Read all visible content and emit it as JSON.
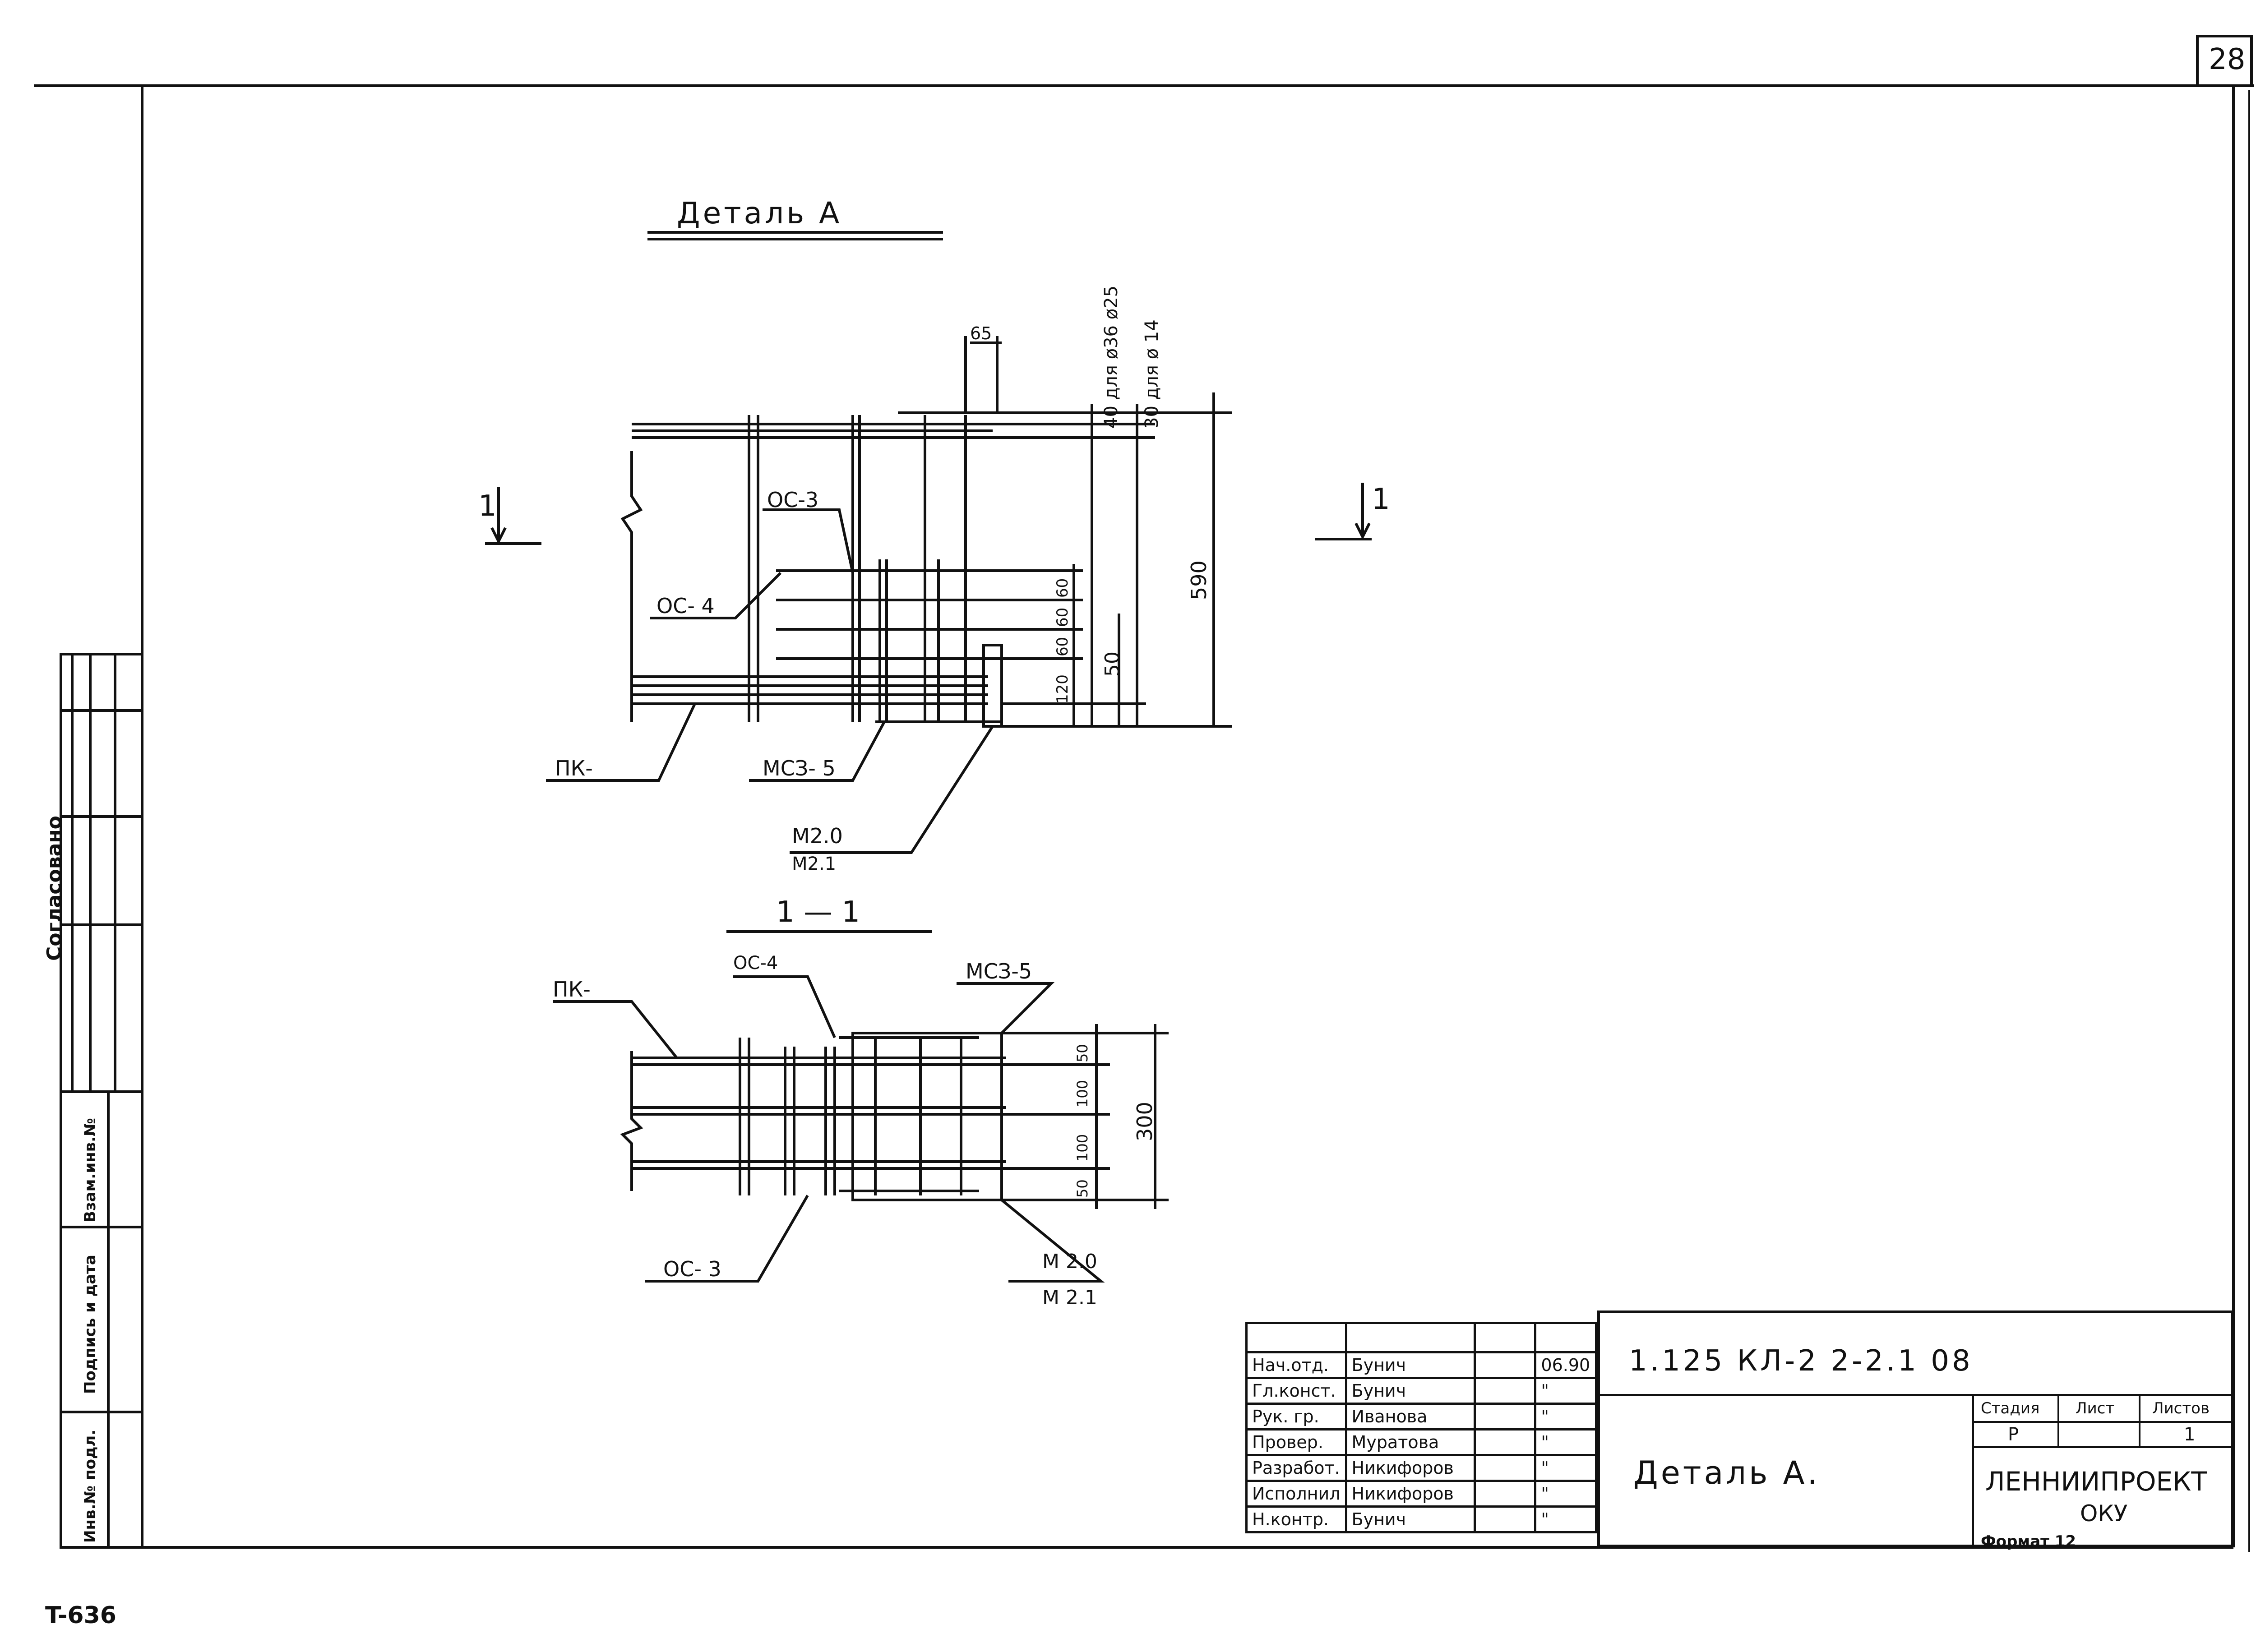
{
  "sheet": {
    "page_number": "28",
    "archive_code": "T-636",
    "format_label": "Формат 12"
  },
  "side_stamp": {
    "agreed": "Согласовано",
    "inv_no_orig": "Инв.№ подл.",
    "signature_date": "Подпись и дата",
    "replaced_inv": "Взам.инв.№"
  },
  "drawing": {
    "detail_title": "Деталь А",
    "section_label": "1 — 1",
    "cut_marker": "1",
    "labels": {
      "os3_top": "ОС-3",
      "os4_top": "ОС- 4",
      "pk_top": "ПК-",
      "msz5_top": "МСЗ- 5",
      "m20_top": "М2.0",
      "m21_top": "М2.1",
      "pk_bottom": "ПК-",
      "os4_bottom": "ОС-4",
      "msz5_bottom": "МСЗ-5",
      "os3_bottom": "ОС- 3",
      "m20_bottom": "М 2.0",
      "m21_bottom": "М 2.1"
    },
    "dimensions": {
      "d65": "65",
      "d40": "40 для ø36 ø25",
      "d30": "30 для ø 14",
      "d590": "590",
      "d60a": "60",
      "d60b": "60",
      "d60c": "60",
      "d120": "120",
      "d50": "50",
      "d300": "300",
      "d50b": "50",
      "d100a": "100",
      "d100b": "100",
      "d50c": "50"
    }
  },
  "title_block": {
    "rows": [
      {
        "role": "Нач.отд.",
        "name": "Бунич",
        "date": "06.90"
      },
      {
        "role": "Гл.конст.",
        "name": "Бунич",
        "date": "\""
      },
      {
        "role": "Рук. гр.",
        "name": "Иванова",
        "date": "\""
      },
      {
        "role": "Провер.",
        "name": "Муратова",
        "date": "\""
      },
      {
        "role": "Разработ.",
        "name": "Никифоров",
        "date": "\""
      },
      {
        "role": "Исполнил",
        "name": "Никифоров",
        "date": "\""
      },
      {
        "role": "Н.контр.",
        "name": "Бунич",
        "date": "\""
      }
    ],
    "designation": "1.125   КЛ-2   2-2.1        08",
    "sheet_name": "Деталь   А.",
    "stage_header": "Стадия",
    "sheet_header": "Лист",
    "sheets_header": "Листов",
    "stage_value": "Р",
    "sheet_value": "",
    "sheets_value": "1",
    "organization": "ЛЕННИИПРОЕКТ",
    "department": "ОКУ"
  }
}
